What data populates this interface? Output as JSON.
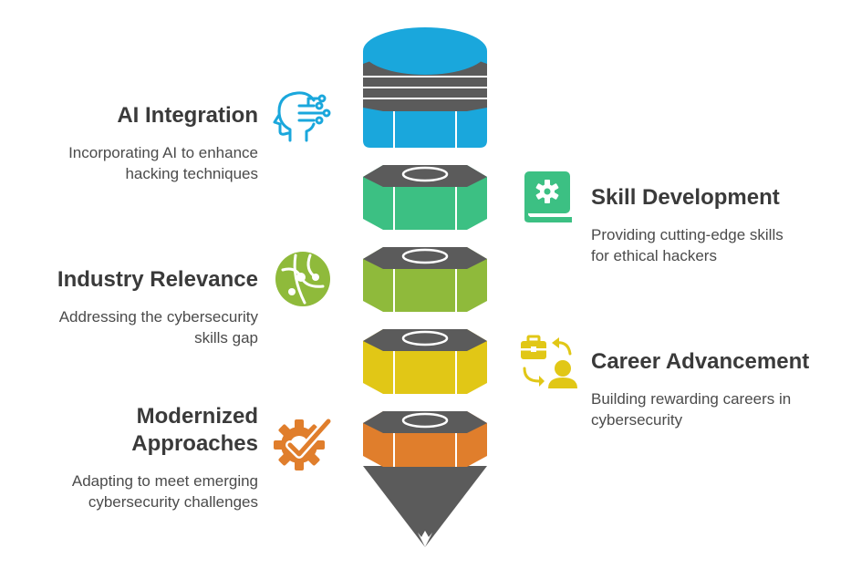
{
  "items": [
    {
      "title": "AI Integration",
      "description": [
        "Incorporating AI to enhance",
        "hacking techniques"
      ],
      "color": "#1aa7dc",
      "icon": "ai-head-icon"
    },
    {
      "title": "Skill Development",
      "description": [
        "Providing cutting-edge skills",
        "for ethical hackers"
      ],
      "color": "#3cc083",
      "icon": "skill-book-icon"
    },
    {
      "title": "Industry Relevance",
      "description": [
        "Addressing the cybersecurity",
        "skills gap"
      ],
      "color": "#8fba3b",
      "icon": "globe-network-icon"
    },
    {
      "title": "Career Advancement",
      "description": [
        "Building rewarding careers in",
        "cybersecurity"
      ],
      "color": "#e1c716",
      "icon": "career-switch-icon"
    },
    {
      "title": [
        "Modernized",
        "Approaches"
      ],
      "description": [
        "Adapting to meet emerging",
        "cybersecurity challenges"
      ],
      "color": "#e07e2c",
      "icon": "gear-check-icon"
    }
  ],
  "colors": {
    "cap": "#5b5b5b",
    "title_text": "#3a3a3a",
    "desc_text": "#4b4b4b"
  }
}
